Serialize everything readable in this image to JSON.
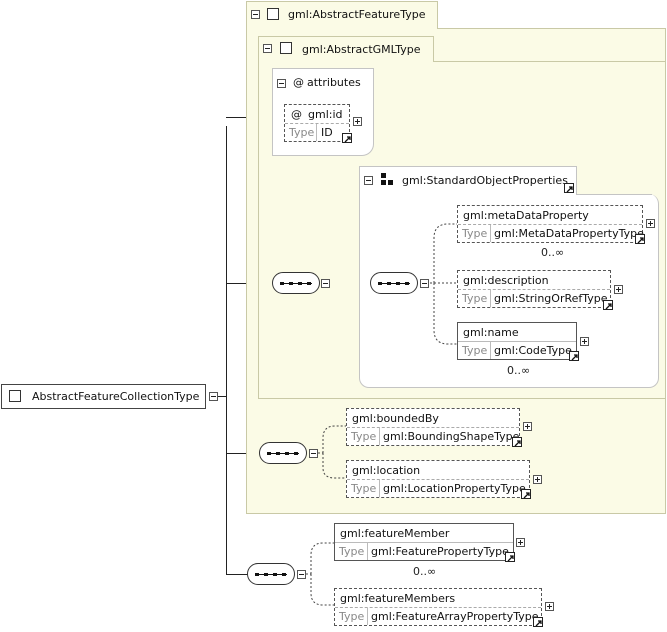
{
  "root": {
    "label": "AbstractFeatureCollectionType"
  },
  "abstract_feature_type": {
    "label": "gml:AbstractFeatureType"
  },
  "abstract_gml_type": {
    "label": "gml:AbstractGMLType"
  },
  "attributes": {
    "label": "attributes",
    "at_symbol": "@",
    "id_attr": {
      "name": "gml:id",
      "type_label": "Type",
      "type_value": "ID"
    }
  },
  "standard_object_properties": {
    "label": "gml:StandardObjectProperties"
  },
  "elements": {
    "meta_data_property": {
      "name": "gml:metaDataProperty",
      "type_label": "Type",
      "type_value": "gml:MetaDataPropertyType",
      "occurrence": "0..∞"
    },
    "description": {
      "name": "gml:description",
      "type_label": "Type",
      "type_value": "gml:StringOrRefType"
    },
    "name": {
      "name": "gml:name",
      "type_label": "Type",
      "type_value": "gml:CodeType",
      "occurrence": "0..∞"
    },
    "bounded_by": {
      "name": "gml:boundedBy",
      "type_label": "Type",
      "type_value": "gml:BoundingShapeType"
    },
    "location": {
      "name": "gml:location",
      "type_label": "Type",
      "type_value": "gml:LocationPropertyType"
    },
    "feature_member": {
      "name": "gml:featureMember",
      "type_label": "Type",
      "type_value": "gml:FeaturePropertyType",
      "occurrence": "0..∞"
    },
    "feature_members": {
      "name": "gml:featureMembers",
      "type_label": "Type",
      "type_value": "gml:FeatureArrayPropertyType"
    }
  },
  "colors": {
    "panel_fill": "#fbfbe6",
    "panel_border": "#c9c9a6",
    "line": "#222222"
  }
}
